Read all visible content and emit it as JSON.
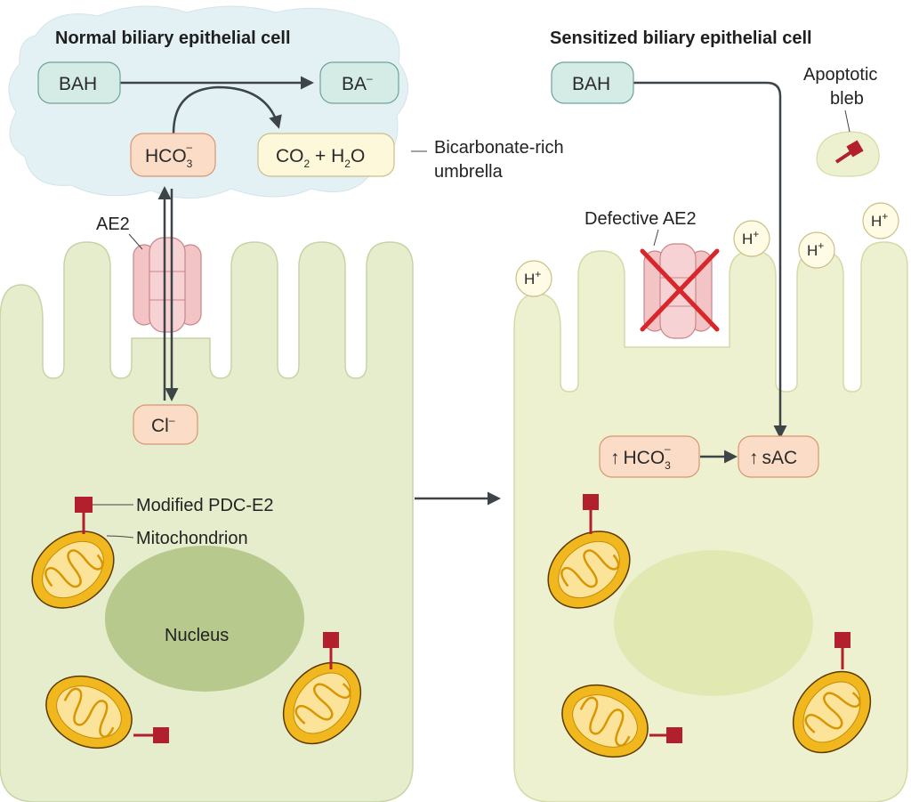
{
  "colors": {
    "cell_fill": "#e6edcd",
    "cell_stroke": "#c7d4a6",
    "sens_cell_fill": "#eef1cf",
    "nucleus": "#b7c98c",
    "mito_outer": "#f0b81e",
    "mito_inner": "#fbe49a",
    "pdc_marker": "#b21f2d",
    "ae2_fill": "#f3c4c6",
    "cross": "#d8262a",
    "bah_box": "#d5ebe6",
    "hco3_box": "#fbdcc6",
    "co2_box": "#fdf8d9",
    "ion_bubble": "#fffbe4",
    "cloud": "#e4f1f4",
    "arrow": "#3d4548"
  },
  "left_panel": {
    "title": "Normal biliary epithelial cell",
    "bah": "BAH",
    "ba_base": "BA",
    "ba_sup": "–",
    "hco3_base": "HCO",
    "hco3_sub": "3",
    "hco3_sup": "–",
    "co2_a": "CO",
    "co2_sub1": "2",
    "co2_b": " + H",
    "co2_sub2": "2",
    "co2_c": "O",
    "umbrella_line1": "Bicarbonate-rich",
    "umbrella_line2": "umbrella",
    "ae2": "AE2",
    "cl_base": "Cl",
    "cl_sup": "–",
    "pdc": "Modified PDC-E2",
    "mito": "Mitochondrion",
    "nucleus": "Nucleus"
  },
  "right_panel": {
    "title": "Sensitized biliary epithelial cell",
    "bah": "BAH",
    "bleb_line1": "Apoptotic",
    "bleb_line2": "bleb",
    "defective_ae2": "Defective AE2",
    "h_base": "H",
    "h_sup": "+",
    "up_arrow": "↑",
    "hco3_base": "HCO",
    "hco3_sub": "3",
    "hco3_sup": "–",
    "sac": "sAC"
  }
}
